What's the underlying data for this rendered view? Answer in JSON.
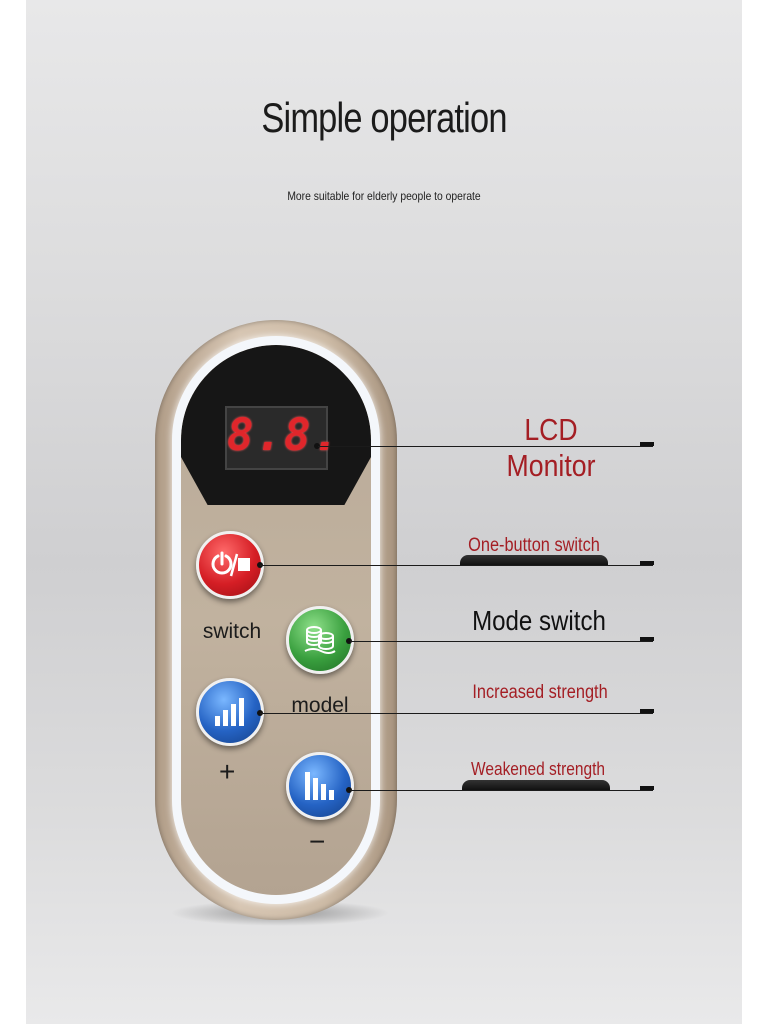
{
  "header": {
    "title": "Simple operation",
    "subtitle": "More suitable for elderly people to operate"
  },
  "remote": {
    "display_value": "8.8.",
    "buttons": {
      "switch_label": "switch",
      "mode_label": "model",
      "plus_symbol": "+",
      "minus_symbol": "−"
    }
  },
  "callouts": {
    "lcd": "LCD Monitor",
    "switch": "One-button switch",
    "mode": "Mode switch",
    "increase": "Increased strength",
    "weaken": "Weakened strength"
  },
  "colors": {
    "accent_red": "#a41e24",
    "lcd_red": "#e0262b",
    "button_red": "#d51e25",
    "button_green": "#3aa03f",
    "button_blue": "#2563c4",
    "remote_body": "#c1b29f"
  },
  "icons": {
    "power": "power-stop-icon",
    "mode": "coin-stack-icon",
    "increase": "bars-ascending-icon",
    "decrease": "bars-descending-icon"
  }
}
